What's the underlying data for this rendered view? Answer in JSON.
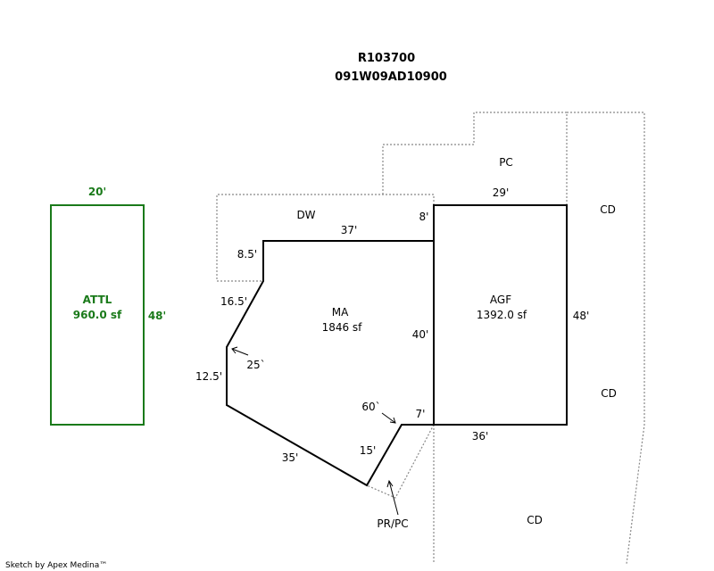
{
  "header": {
    "record_id": "R103700",
    "parcel_id": "091W09AD10900"
  },
  "areas": {
    "attl": {
      "code": "ATTL",
      "area": "960.0 sf",
      "width": "20'",
      "depth": "48'"
    },
    "ma": {
      "code": "MA",
      "area": "1846 sf"
    },
    "agf": {
      "code": "AGF",
      "area": "1392.0 sf"
    },
    "dw": {
      "code": "DW"
    },
    "pc": {
      "code": "PC"
    },
    "cd": {
      "code": "CD"
    },
    "pr_pc": {
      "code": "PR/PC"
    }
  },
  "dimensions": {
    "ma_top": "37'",
    "ma_left_top": "8.5'",
    "ma_diag_upper": "16.5'",
    "ma_left": "12.5'",
    "ma_angle": "25`",
    "ma_bottom_diag": "35'",
    "ma_notch_diag": "15'",
    "ma_notch_angle": "60`",
    "ma_notch_top": "7'",
    "ma_right": "40'",
    "agf_offset": "8'",
    "agf_top": "29'",
    "agf_right": "48'",
    "agf_bottom": "36'"
  },
  "footer": {
    "credit": "Sketch by Apex Medina™"
  },
  "colors": {
    "outline": "#000000",
    "dashed": "#888888",
    "attl": "#1a7a1a"
  }
}
